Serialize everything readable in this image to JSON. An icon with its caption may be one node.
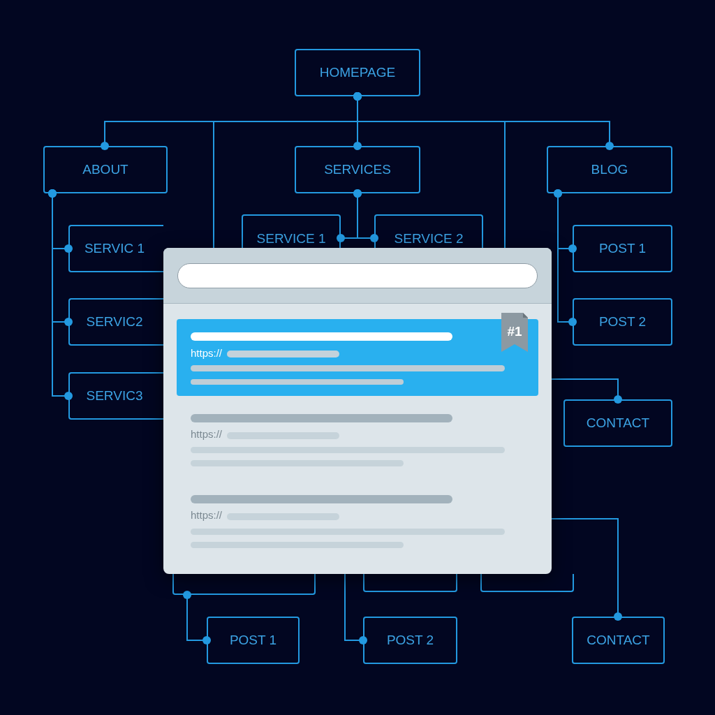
{
  "diagram": {
    "nodes": [
      {
        "text": [
          "HOMEPAGE"
        ]
      },
      {
        "text": [
          "ABOUT"
        ]
      },
      {
        "text": [
          "SERVICES"
        ]
      },
      {
        "text": [
          "BLOG"
        ]
      },
      {
        "text": [
          "SERVICE 1"
        ]
      },
      {
        "text": [
          "SERVICE 2"
        ]
      },
      {
        "text": [
          "SERVIC 1"
        ]
      },
      {
        "text": [
          "SERVIC2"
        ]
      },
      {
        "text": [
          "SERVIC3"
        ]
      },
      {
        "text": [
          "POST 1"
        ]
      },
      {
        "text": [
          "POST 2"
        ]
      },
      {
        "text": [
          "CONTACT"
        ]
      },
      {
        "text": [],
        "shape": "box"
      },
      {
        "text": [],
        "shape": "box"
      },
      {
        "text": [],
        "shape": "box"
      },
      {
        "text": [
          "POST 1"
        ]
      },
      {
        "text": [
          "POST 2"
        ]
      },
      {
        "text": [
          "CONTACT"
        ]
      },
      {
        "text": [
          "https://",
          "https://"
        ]
      },
      {
        "text": [
          "https://"
        ],
        "in": 18
      },
      {
        "text": [
          "#1"
        ],
        "in": 18
      }
    ],
    "edges": [
      {
        "from": 0,
        "to": 1,
        "arrow": "other"
      },
      {
        "from": 0,
        "to": 2,
        "arrow": "other"
      },
      {
        "from": 0,
        "to": 3,
        "arrow": "other"
      },
      {
        "from": 0,
        "to": 18,
        "arrow": "other"
      },
      {
        "from": 0,
        "to": 18,
        "arrow": "other"
      },
      {
        "from": 2,
        "to": 4,
        "arrow": "other"
      },
      {
        "from": 2,
        "to": 5,
        "arrow": "other"
      },
      {
        "from": 1,
        "to": 6,
        "arrow": "other"
      },
      {
        "from": 1,
        "to": 7,
        "arrow": "other"
      },
      {
        "from": 1,
        "to": 8,
        "arrow": "other"
      },
      {
        "from": 3,
        "to": 9,
        "arrow": "other"
      },
      {
        "from": 3,
        "to": 10,
        "arrow": "other"
      },
      {
        "from": 18,
        "to": 11,
        "arrow": "other"
      },
      {
        "from": 12,
        "to": 15,
        "arrow": "other"
      },
      {
        "from": 18,
        "to": 16,
        "arrow": "other"
      },
      {
        "from": 18,
        "to": 17,
        "arrow": "other"
      }
    ]
  }
}
